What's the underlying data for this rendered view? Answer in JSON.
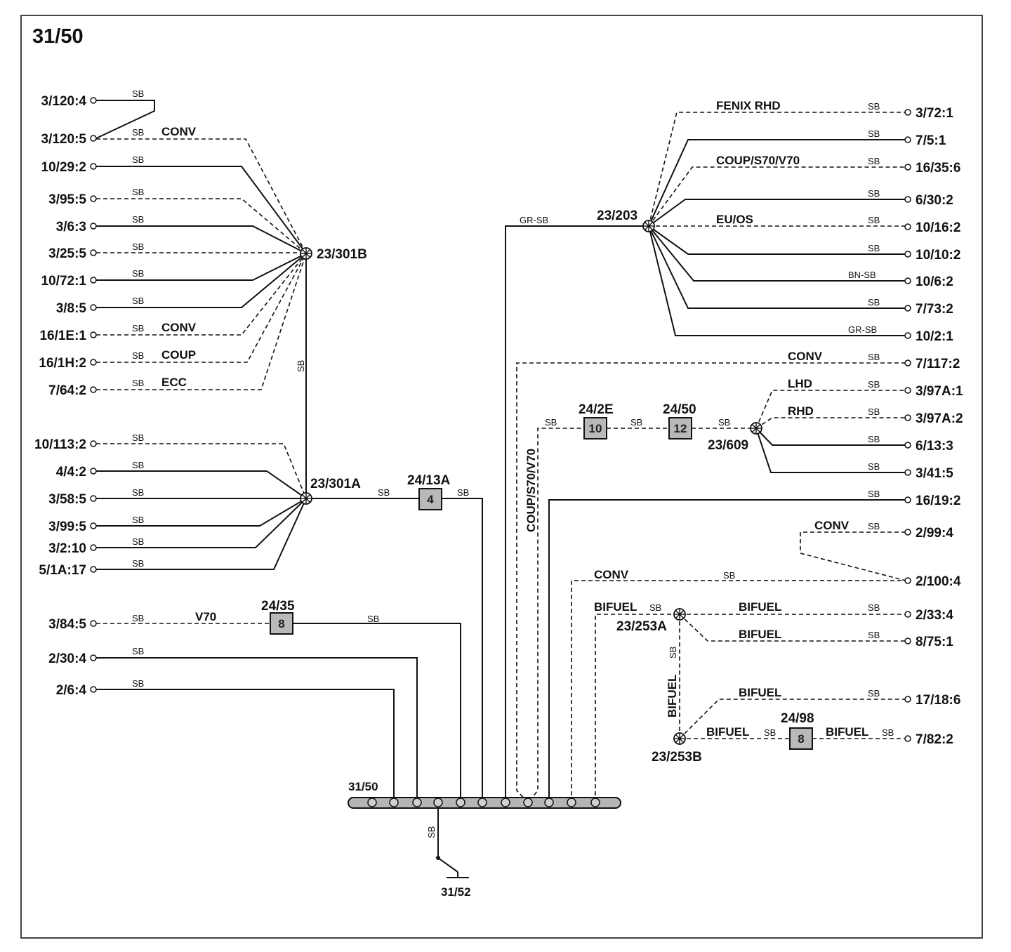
{
  "page_title": "31/50",
  "left_connectors": [
    "3/120:4",
    "3/120:5",
    "10/29:2",
    "3/95:5",
    "3/6:3",
    "3/25:5",
    "10/72:1",
    "3/8:5",
    "16/1E:1",
    "16/1H:2",
    "7/64:2",
    "10/113:2",
    "4/4:2",
    "3/58:5",
    "3/99:5",
    "3/2:10",
    "5/1A:17",
    "3/84:5",
    "2/30:4",
    "2/6:4"
  ],
  "right_connectors": [
    "3/72:1",
    "7/5:1",
    "16/35:6",
    "6/30:2",
    "10/16:2",
    "10/10:2",
    "10/6:2",
    "7/73:2",
    "10/2:1",
    "7/117:2",
    "3/97A:1",
    "3/97A:2",
    "6/13:3",
    "3/41:5",
    "16/19:2",
    "2/99:4",
    "2/100:4",
    "2/33:4",
    "8/75:1",
    "17/18:6",
    "7/82:2"
  ],
  "splices": {
    "s301b": "23/301B",
    "s301a": "23/301A",
    "s203": "23/203",
    "s609": "23/609",
    "s253a": "23/253A",
    "s253b": "23/253B"
  },
  "components": {
    "c2413a": {
      "name": "24/13A",
      "num": "4"
    },
    "c2435": {
      "name": "24/35",
      "num": "8"
    },
    "c242e": {
      "name": "24/2E",
      "num": "10"
    },
    "c2450": {
      "name": "24/50",
      "num": "12"
    },
    "c2498": {
      "name": "24/98",
      "num": "8"
    }
  },
  "ground": {
    "bus": "31/50",
    "point": "31/52"
  },
  "wire_colors": {
    "sb": "SB",
    "gr_sb": "GR-SB",
    "bn_sb": "BN-SB"
  },
  "options": {
    "conv": "CONV",
    "coup": "COUP",
    "ecc": "ECC",
    "v70": "V70",
    "fenix_rhd": "FENIX RHD",
    "coup_s70_v70": "COUP/S70/V70",
    "eu_os": "EU/OS",
    "lhd": "LHD",
    "rhd": "RHD",
    "bifuel": "BIFUEL"
  }
}
